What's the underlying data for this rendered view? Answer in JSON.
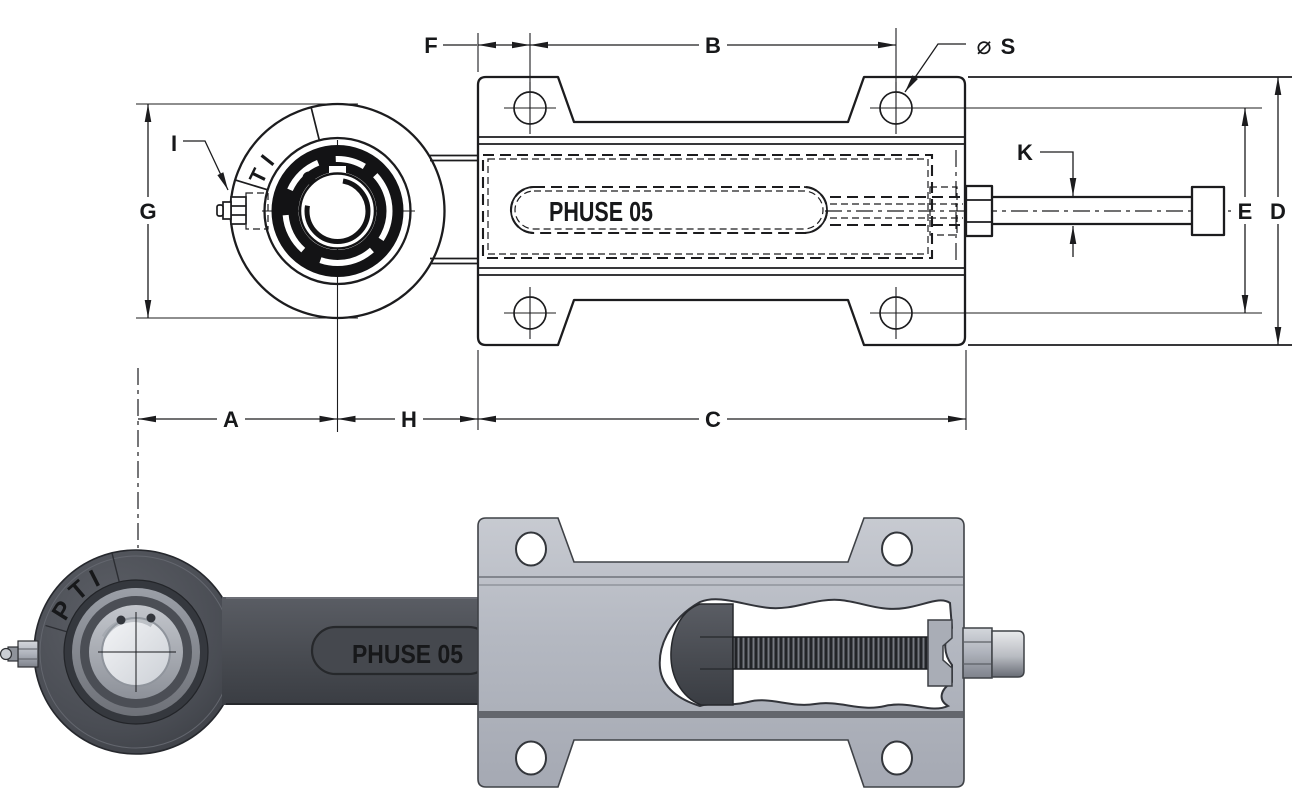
{
  "product": {
    "name": "PHUSE 05",
    "brand": "PTI"
  },
  "dims": {
    "A": "A",
    "B": "B",
    "C": "C",
    "D": "D",
    "E": "E",
    "F": "F",
    "G": "G",
    "H": "H",
    "I": "I",
    "K": "K",
    "S": "S",
    "diameter": "⌀"
  },
  "colors": {
    "ink": "#1c1c1e",
    "paper": "#ffffff",
    "frame_gray": "#b7bbc4",
    "housing_gray": "#4b4e55",
    "rod_gray": "#43464b",
    "nut_gray": "#b0b4bd",
    "cap_gray": "#d9dbdf"
  }
}
